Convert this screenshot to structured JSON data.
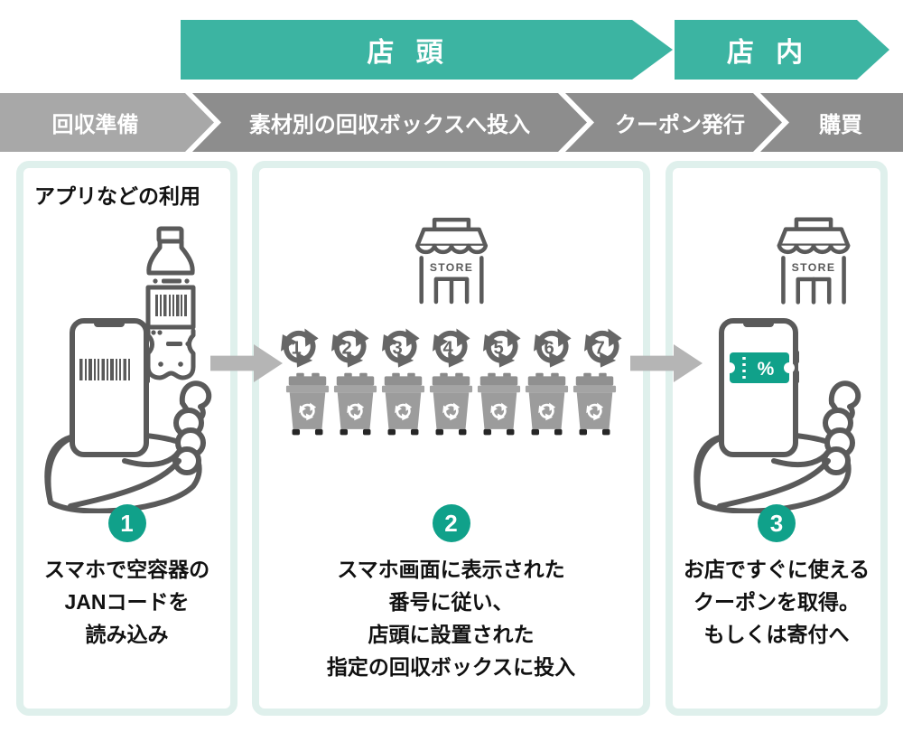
{
  "top_banners": [
    {
      "label": "店 頭"
    },
    {
      "label": "店 内"
    }
  ],
  "process_bar": {
    "steps": [
      {
        "label": "回収準備"
      },
      {
        "label": "素材別の回収ボックスへ投入"
      },
      {
        "label": "クーポン発行"
      },
      {
        "label": "購買"
      }
    ]
  },
  "store_sign": "STORE",
  "recycle_numbers": [
    "1",
    "2",
    "3",
    "4",
    "5",
    "6",
    "7"
  ],
  "coupon_percent": "%",
  "panels": [
    {
      "heading": "アプリなどの利用",
      "badge": "1",
      "lines": [
        "スマホで空容器の",
        "JANコードを",
        "読み込み"
      ]
    },
    {
      "badge": "2",
      "lines": [
        "スマホ画面に表示された",
        "番号に従い、",
        "店頭に設置された",
        "指定の回収ボックスに投入"
      ]
    },
    {
      "badge": "3",
      "lines": [
        "お店ですぐに使える",
        "クーポンを取得。",
        "もしくは寄付へ"
      ]
    }
  ],
  "colors": {
    "banner_teal": "#3cb4a2",
    "accent_teal": "#10a18a",
    "bar_gray_light": "#a8a8a8",
    "bar_gray_dark": "#8d8d8d",
    "outline_gray": "#5a5a5a",
    "arrow_gray": "#b5b5b5",
    "panel_border": "#dff0ec",
    "text_black": "#111111"
  }
}
